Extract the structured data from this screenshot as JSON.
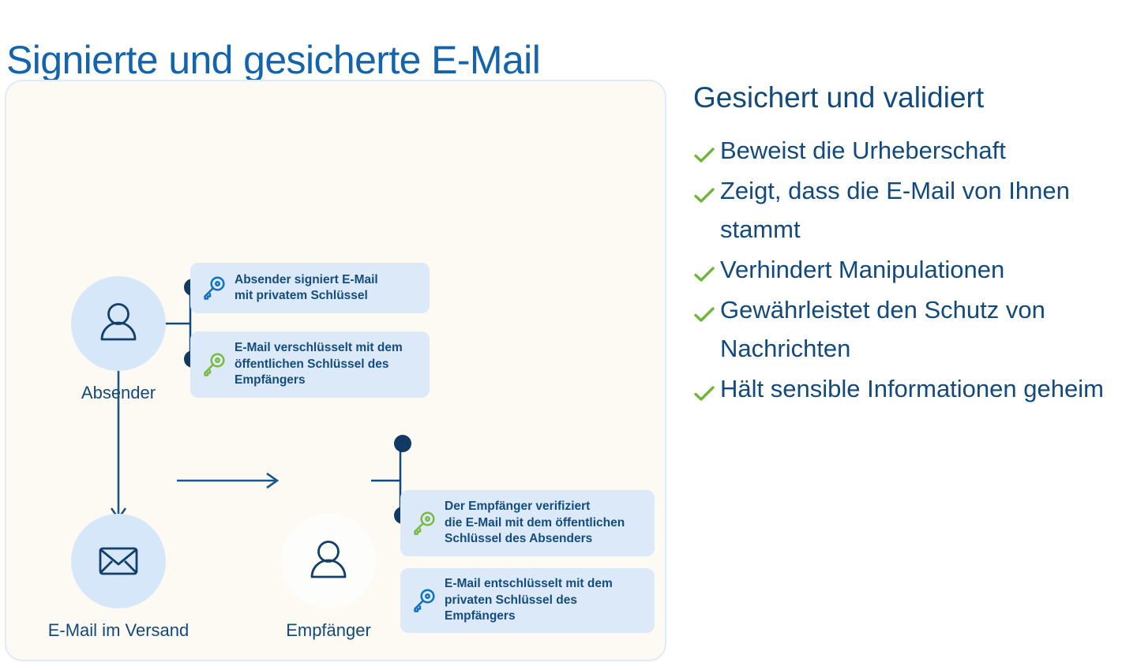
{
  "page": {
    "title": "Signierte und gesicherte E-Mail",
    "colors": {
      "title_blue": "#1463ad",
      "navy": "#124a7d",
      "panel_bg": "#fdfaf3",
      "panel_border": "#dfeafa",
      "info_box_bg": "#dbe9f9",
      "node_circle_blue": "#d6e7fa",
      "node_circle_white": "#fdfdfb",
      "key_private": "#1072c0",
      "key_public": "#7ab944",
      "check_green": "#6fb539",
      "connector": "#124a7d"
    }
  },
  "diagram": {
    "nodes": [
      {
        "id": "sender",
        "label": "Absender",
        "icon": "person-icon",
        "circle": "blue"
      },
      {
        "id": "mail",
        "label": "E-Mail im Versand",
        "icon": "envelope-icon",
        "circle": "blue"
      },
      {
        "id": "recipient",
        "label": "Empfänger",
        "icon": "person-icon",
        "circle": "white"
      }
    ],
    "sender_boxes": [
      {
        "key_type": "private",
        "icon": "key-icon",
        "lines": [
          "Absender signiert E-Mail",
          "mit privatem Schlüssel"
        ]
      },
      {
        "key_type": "public",
        "icon": "key-icon",
        "lines": [
          "E-Mail verschlüsselt mit dem",
          "öffentlichen Schlüssel des",
          "Empfängers"
        ]
      }
    ],
    "recipient_boxes": [
      {
        "key_type": "public",
        "icon": "key-icon",
        "lines": [
          "Der Empfänger verifiziert",
          "die E-Mail mit dem öffentlichen",
          "Schlüssel des Absenders"
        ]
      },
      {
        "key_type": "private",
        "icon": "key-icon",
        "lines": [
          "E-Mail entschlüsselt mit dem",
          "privaten Schlüssel des",
          "Empfängers"
        ]
      }
    ]
  },
  "benefits": {
    "heading": "Gesichert und validiert",
    "items": [
      {
        "text": "Beweist die Urheberschaft",
        "icon": "check-icon"
      },
      {
        "text": "Zeigt, dass die E-Mail von Ihnen stammt",
        "icon": "check-icon"
      },
      {
        "text": "Verhindert Manipulationen",
        "icon": "check-icon"
      },
      {
        "text": "Gewährleistet den Schutz von Nachrichten",
        "icon": "check-icon"
      },
      {
        "text": "Hält sensible Informationen geheim",
        "icon": "check-icon"
      }
    ]
  }
}
